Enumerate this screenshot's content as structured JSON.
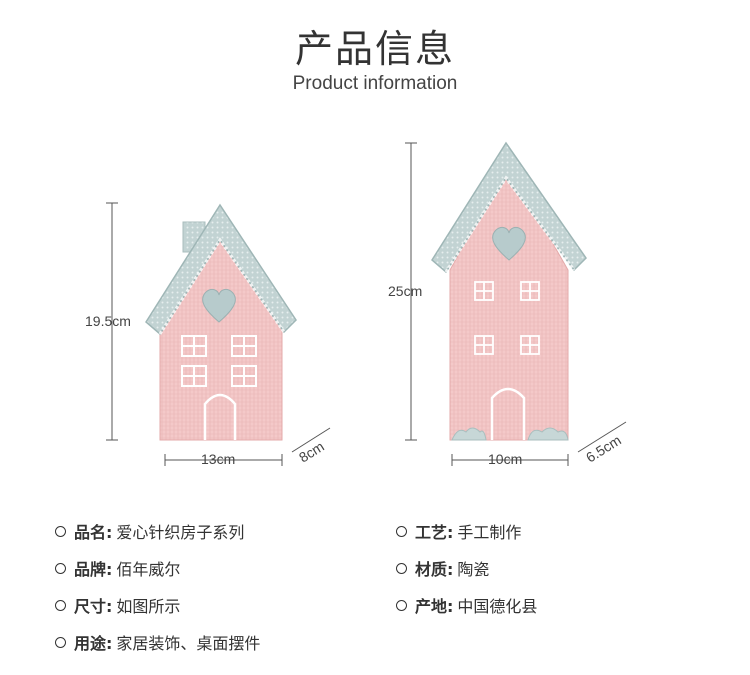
{
  "header": {
    "title": "产品信息",
    "subtitle": "Product information"
  },
  "small_house": {
    "height": "19.5cm",
    "width": "13cm",
    "depth": "8cm"
  },
  "large_house": {
    "height": "25cm",
    "width": "10cm",
    "depth": "6.5cm"
  },
  "colors": {
    "house_pink": "#f4c9c9",
    "roof_grey": "#b9cccc",
    "trim_white": "#ffffff",
    "text": "#333333"
  },
  "specs": [
    {
      "label": "品名:",
      "value": "爱心针织房子系列"
    },
    {
      "label": "工艺:",
      "value": "手工制作"
    },
    {
      "label": "品牌:",
      "value": "佰年威尔"
    },
    {
      "label": "材质:",
      "value": "陶瓷"
    },
    {
      "label": "尺寸:",
      "value": "如图所示"
    },
    {
      "label": "产地:",
      "value": "中国德化县"
    },
    {
      "label": "用途:",
      "value": "家居装饰、桌面摆件"
    }
  ]
}
